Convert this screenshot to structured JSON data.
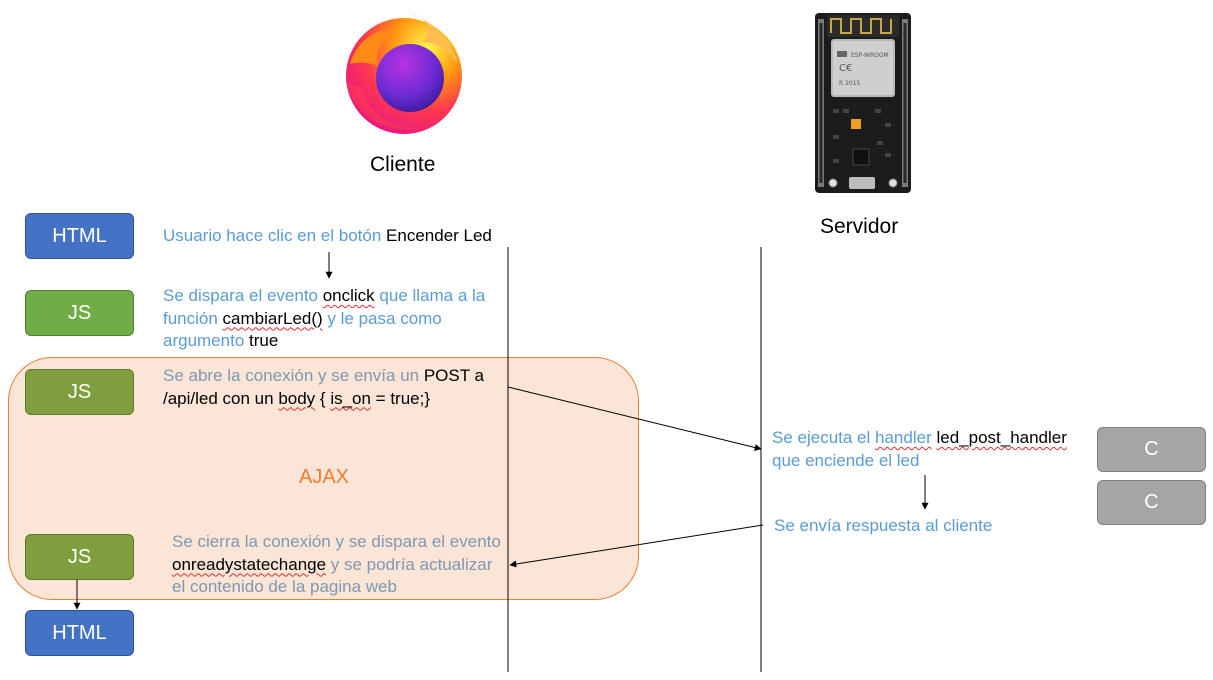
{
  "client": {
    "label": "Cliente",
    "logo": "firefox-logo"
  },
  "server": {
    "label": "Servidor",
    "device": "esp32-board"
  },
  "ajax": {
    "label": "AJAX"
  },
  "boxes": {
    "html_top": "HTML",
    "js_1": "JS",
    "js_2": "JS",
    "js_3": "JS",
    "html_bottom": "HTML",
    "c_1": "C",
    "c_2": "C"
  },
  "steps": {
    "s1": {
      "a": "Usuario hace clic en el botón ",
      "b": "Encender Led"
    },
    "s2": {
      "a": "Se dispara el evento ",
      "b": "onclick",
      "c": " que llama a la",
      "d": "función ",
      "e": "cambiarLed()",
      "f": " y le pasa como",
      "g": "argumento ",
      "h": "true"
    },
    "s3": {
      "a": "Se abre la conexión y se envía un ",
      "b": "POST a",
      "c": "/api/led con un ",
      "d": "body",
      "e": " { ",
      "f": "is_on",
      "g": " = true;}"
    },
    "s4": {
      "a": "Se ejecuta el ",
      "b": "handler",
      "c": " ",
      "d": "led_post_handler",
      "e": "que enciende el led"
    },
    "s5": {
      "a": "Se envía respuesta al cliente"
    },
    "s6": {
      "a": "Se cierra la conexión y se dispara el evento",
      "b": "onreadystatechange",
      "c": " y se podría actualizar",
      "d": "el contenido de la pagina web"
    }
  },
  "colors": {
    "html_box": "#4472c4",
    "js_box": "#70ad47",
    "js_box_dark": "#7f9f3f",
    "c_box": "#a5a5a5",
    "ajax_fill": "#fbe5d6",
    "ajax_border": "#ed7d31",
    "step_text": "#5b9bd5"
  }
}
